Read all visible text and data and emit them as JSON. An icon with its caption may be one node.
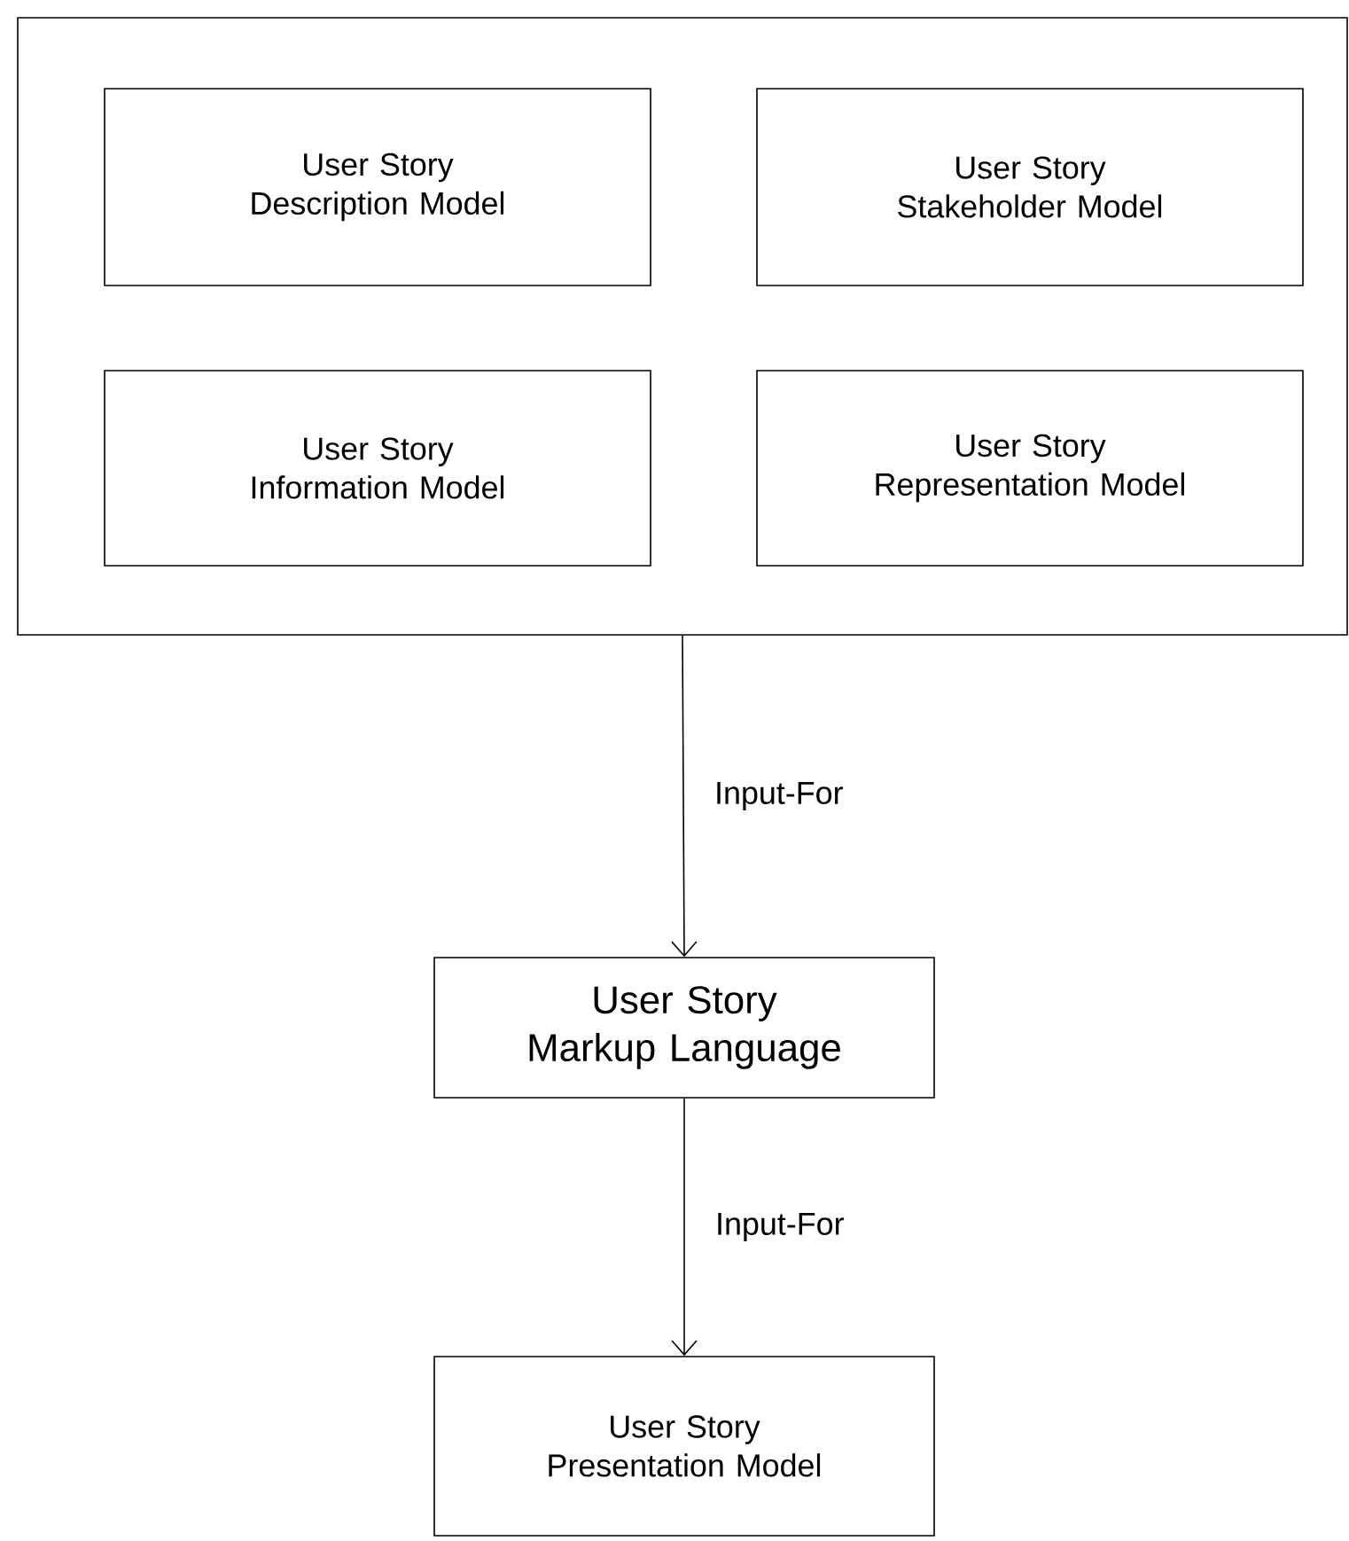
{
  "diagram": {
    "nodes": [
      {
        "text": [],
        "shape": "box"
      },
      {
        "text": [
          "User Story Description Model"
        ],
        "in": 0
      },
      {
        "text": [
          "User Story Stakeholder Model"
        ],
        "in": 0
      },
      {
        "text": [
          "User Story Information Model"
        ],
        "in": 0
      },
      {
        "text": [
          "User Story Representation Model"
        ],
        "in": 0
      },
      {
        "text": [
          "User Story Markup Language"
        ]
      },
      {
        "text": [
          "User Story Presentation Model"
        ]
      }
    ],
    "edges": [
      {
        "from": 0,
        "to": 5,
        "arrow": "to",
        "label": "Input-For"
      },
      {
        "from": 5,
        "to": 6,
        "arrow": "to",
        "label": "Input-For"
      }
    ]
  }
}
